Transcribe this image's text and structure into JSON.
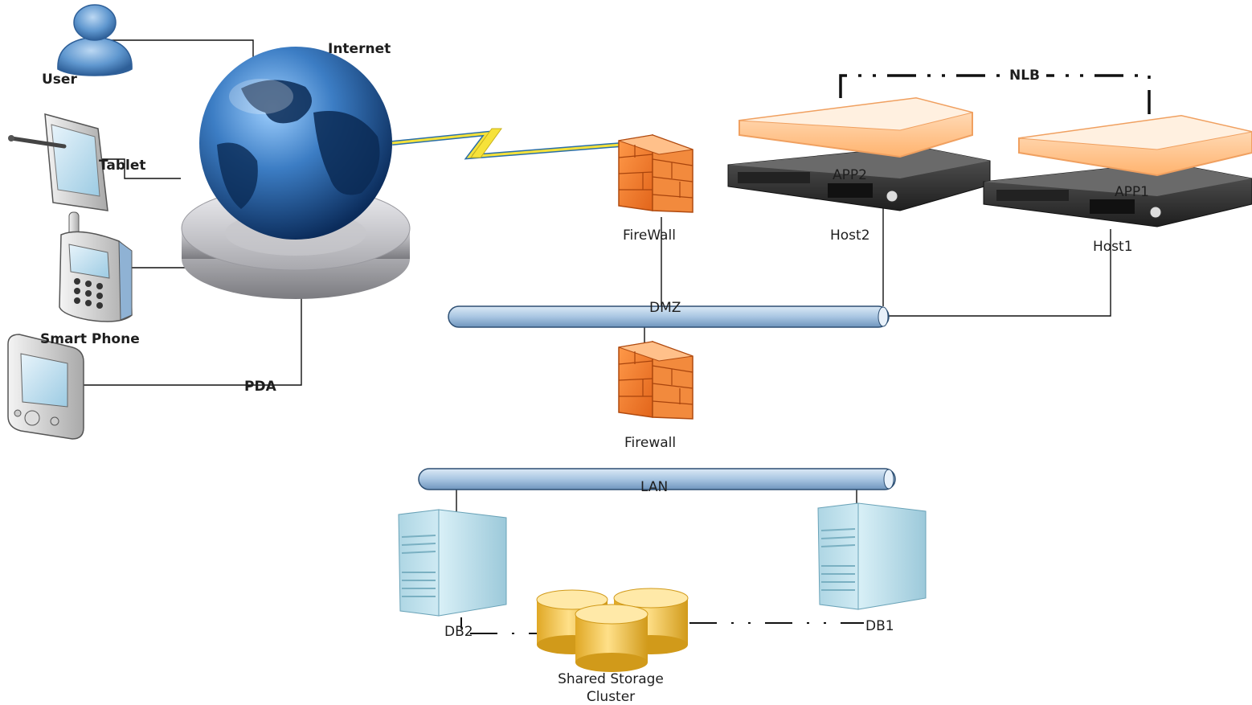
{
  "labels": {
    "user": "User",
    "tablet": "Tablet",
    "smart_phone": "Smart Phone",
    "pda": "PDA",
    "internet": "Internet",
    "firewall_top": "FireWall",
    "firewall_bottom": "Firewall",
    "dmz": "DMZ",
    "lan": "LAN",
    "nlb": "NLB",
    "app2": "APP2",
    "app1": "APP1",
    "host2": "Host2",
    "host1": "Host1",
    "db2": "DB2",
    "db1": "DB1",
    "storage_line1": "Shared Storage",
    "storage_line2": "Cluster"
  },
  "colors": {
    "firewall": "#f07d2b",
    "server_top": "#ffc48a",
    "server_body": "#3a3a3a",
    "pipe": "#b7d0e6",
    "globe_land": "#0a2a55",
    "globe_ocean": "#3d7fc4",
    "tower": "#bfe4f0",
    "storage": "#f2c548"
  }
}
